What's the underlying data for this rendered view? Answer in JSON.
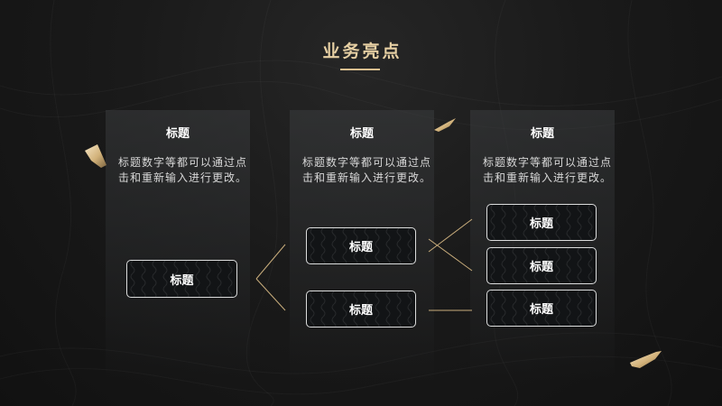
{
  "slide": {
    "title": "业务亮点"
  },
  "columns": [
    {
      "title": "标题",
      "body": "标题数字等都可以通过点击和重新输入进行更改。"
    },
    {
      "title": "标题",
      "body": "标题数字等都可以通过点击和重新输入进行更改。"
    },
    {
      "title": "标题",
      "body": "标题数字等都可以通过点击和重新输入进行更改。"
    }
  ],
  "nodes": {
    "level1": [
      "标题"
    ],
    "level2": [
      "标题",
      "标题"
    ],
    "level3": [
      "标题",
      "标题",
      "标题"
    ]
  },
  "colors": {
    "background": "#141414",
    "accent": "#d9bf8f",
    "title": "#e6cfa3",
    "connector": "#c9ad7c"
  },
  "icons": {
    "decoration": "gold-flake-icon"
  }
}
